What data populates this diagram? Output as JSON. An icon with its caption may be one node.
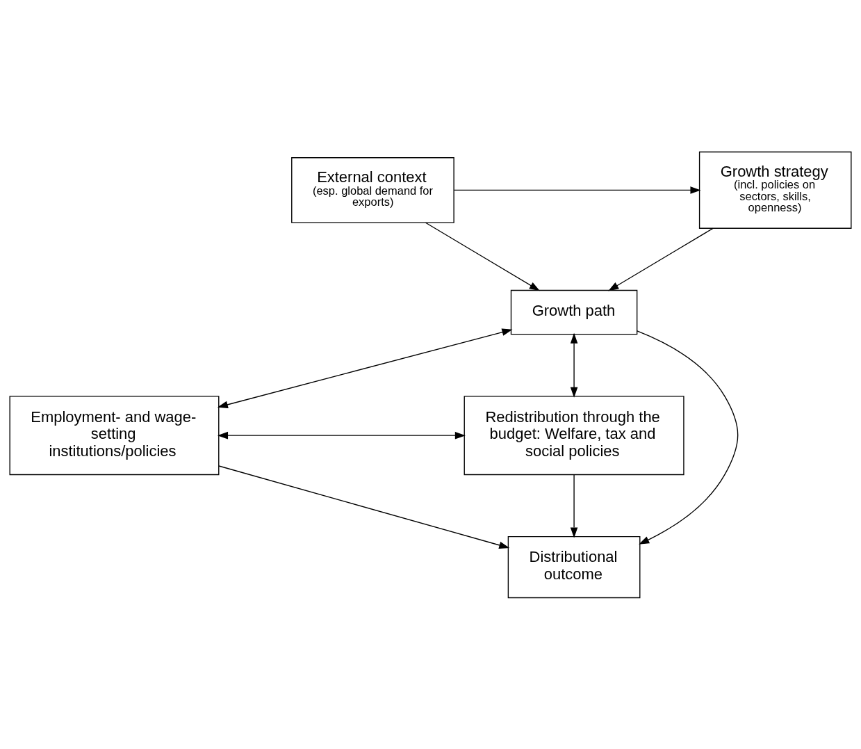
{
  "diagram": {
    "nodes": [
      {
        "text": [
          "Growth strategy",
          "(incl. policies on sectors, skills, openness)"
        ]
      },
      {
        "text": [
          "External context",
          "(esp. global demand for exports)"
        ]
      },
      {
        "text": [
          "Growth path"
        ]
      },
      {
        "text": [
          "Employment- and wage-setting institutions/policies"
        ]
      },
      {
        "text": [
          "Redistribution through the budget: Welfare, tax and social policies"
        ]
      },
      {
        "text": [
          "Distributional outcome"
        ]
      }
    ],
    "edges": [
      {
        "from": 1,
        "to": 0,
        "arrow": "to"
      },
      {
        "from": 0,
        "to": 2,
        "arrow": "to"
      },
      {
        "from": 1,
        "to": 2,
        "arrow": "to"
      },
      {
        "from": 2,
        "to": 3,
        "arrow": "both"
      },
      {
        "from": 2,
        "to": 4,
        "arrow": "both"
      },
      {
        "from": 3,
        "to": 4,
        "arrow": "both"
      },
      {
        "from": 2,
        "to": 5,
        "arrow": "to"
      },
      {
        "from": 3,
        "to": 5,
        "arrow": "to"
      },
      {
        "from": 4,
        "to": 5,
        "arrow": "to"
      }
    ]
  }
}
